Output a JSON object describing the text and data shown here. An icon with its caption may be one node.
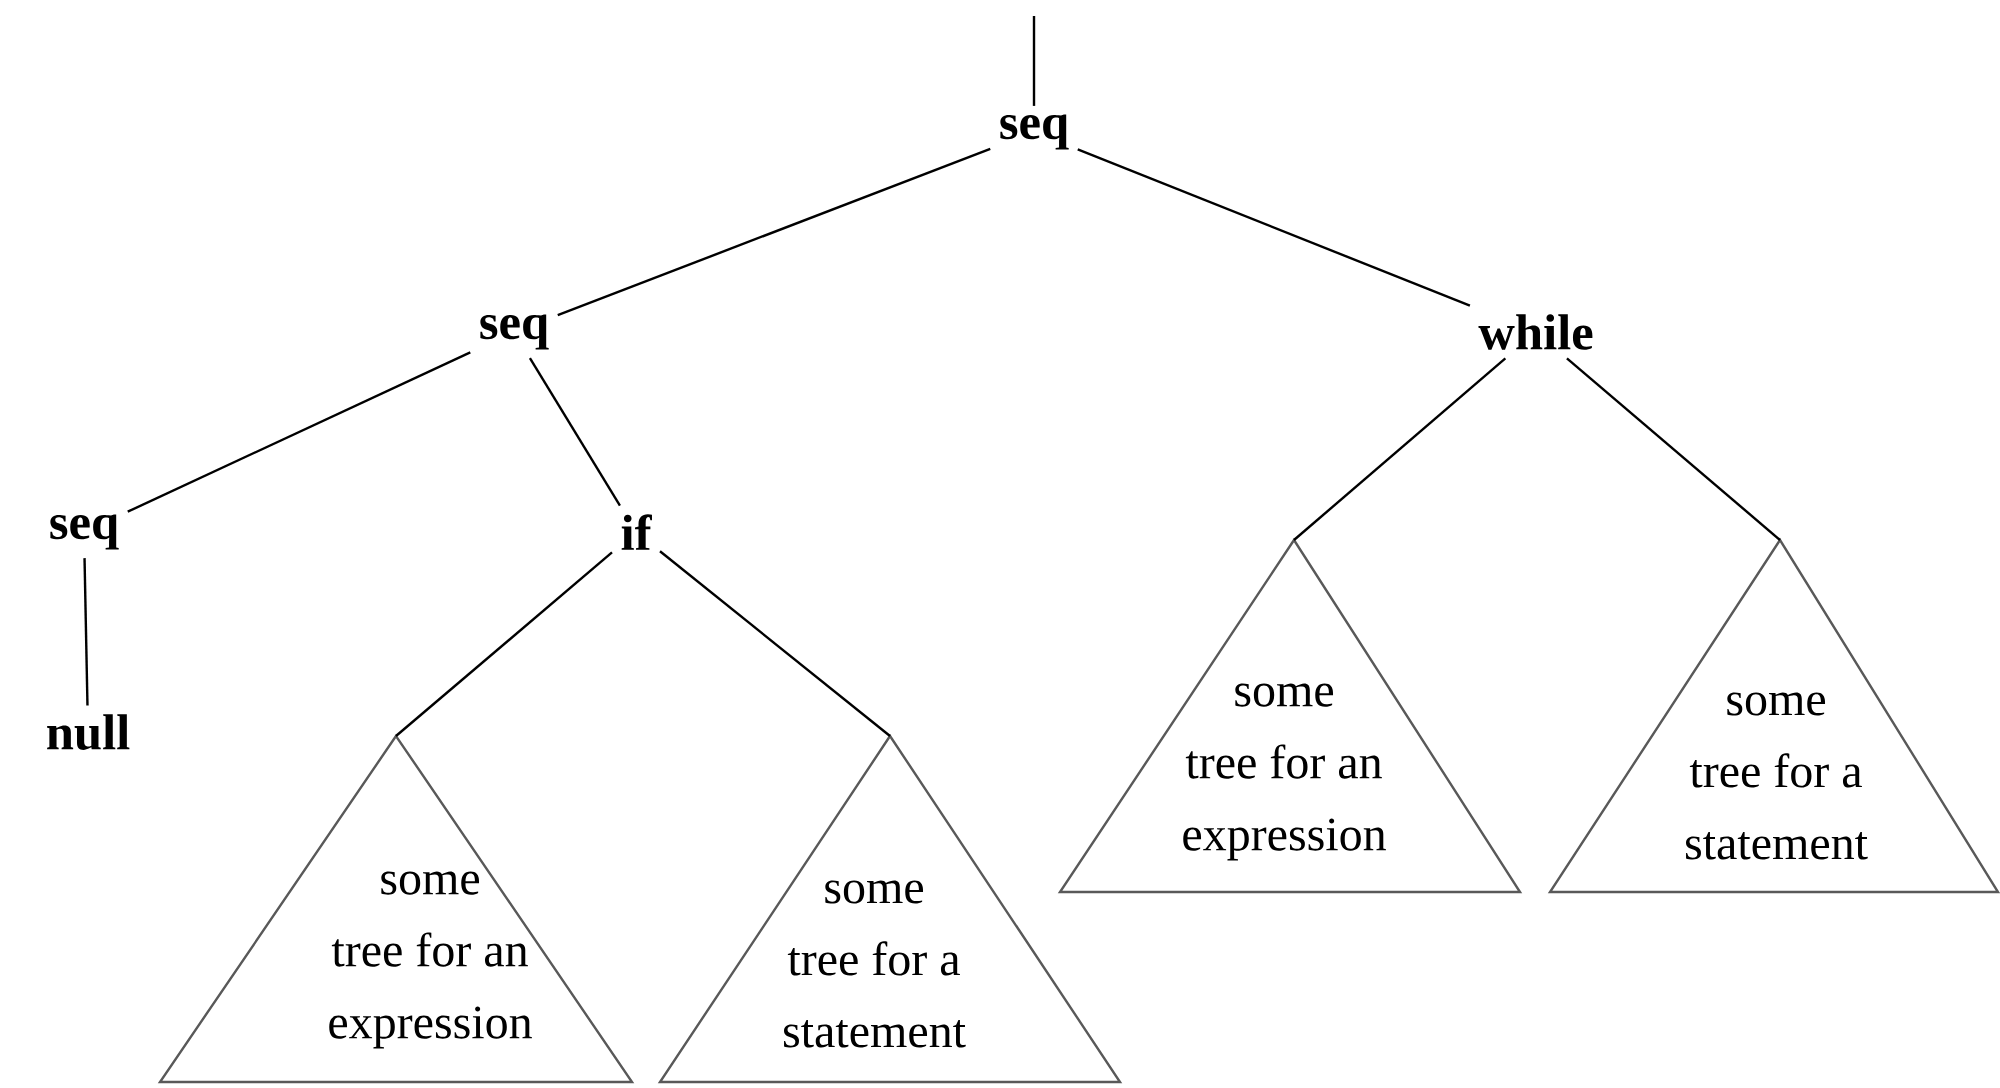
{
  "diagram": {
    "nodes": [
      {
        "text": [
          "seq"
        ]
      },
      {
        "text": [
          "seq"
        ]
      },
      {
        "text": [
          "while"
        ]
      },
      {
        "text": [
          "seq"
        ]
      },
      {
        "text": [
          "if"
        ]
      },
      {
        "text": [
          "null"
        ]
      },
      {
        "text": [
          "some tree for an expression"
        ]
      },
      {
        "text": [
          "some tree for a statement"
        ]
      },
      {
        "text": [
          "some tree for an expression"
        ]
      },
      {
        "text": [
          "some tree for a statement"
        ]
      }
    ],
    "edges": [
      {
        "from": null,
        "to": 0,
        "arrow": "none"
      },
      {
        "from": 0,
        "to": 1,
        "arrow": "none"
      },
      {
        "from": 0,
        "to": 2,
        "arrow": "none"
      },
      {
        "from": 1,
        "to": 3,
        "arrow": "none"
      },
      {
        "from": 1,
        "to": 4,
        "arrow": "none"
      },
      {
        "from": 3,
        "to": 5,
        "arrow": "none"
      },
      {
        "from": 4,
        "to": 6,
        "arrow": "none"
      },
      {
        "from": 4,
        "to": 7,
        "arrow": "none"
      },
      {
        "from": 2,
        "to": 8,
        "arrow": "none"
      },
      {
        "from": 2,
        "to": 9,
        "arrow": "none"
      }
    ]
  }
}
